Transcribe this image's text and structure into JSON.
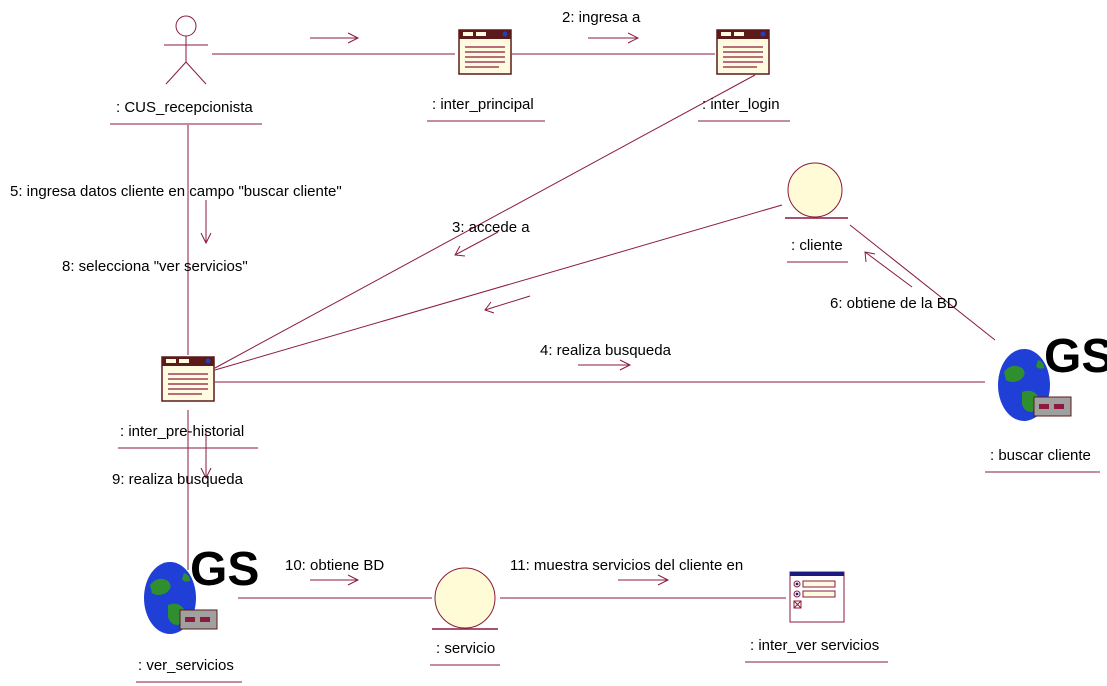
{
  "colors": {
    "line": "#8b1a3c",
    "boundary_fill": "#fffbe0",
    "boundary_header": "#5c1a1a",
    "entity_fill": "#fffbd6",
    "globe_ocean": "#1f3fd6",
    "globe_land": "#2f8f2f",
    "gs_text": "#000000"
  },
  "objects": {
    "actor": ": CUS_recepcionista",
    "inter_principal": ": inter_principal",
    "inter_login": ": inter_login",
    "cliente": ": cliente",
    "inter_pre_historial": ": inter_pre-historial",
    "buscar_cliente": ": buscar cliente",
    "ver_servicios": ": ver_servicios",
    "servicio": ": servicio",
    "inter_ver_servicios": ": inter_ver servicios"
  },
  "gs_label": "GS",
  "messages": {
    "m2": "2: ingresa a",
    "m3": "3: accede a",
    "m4": "4: realiza busqueda",
    "m5": "5: ingresa datos cliente en campo \"buscar cliente\"",
    "m6": "6: obtiene de la BD",
    "m8": "8: selecciona \"ver servicios\"",
    "m9": "9: realiza busqueda",
    "m10": "10: obtiene BD",
    "m11": "11: muestra servicios del cliente en"
  }
}
